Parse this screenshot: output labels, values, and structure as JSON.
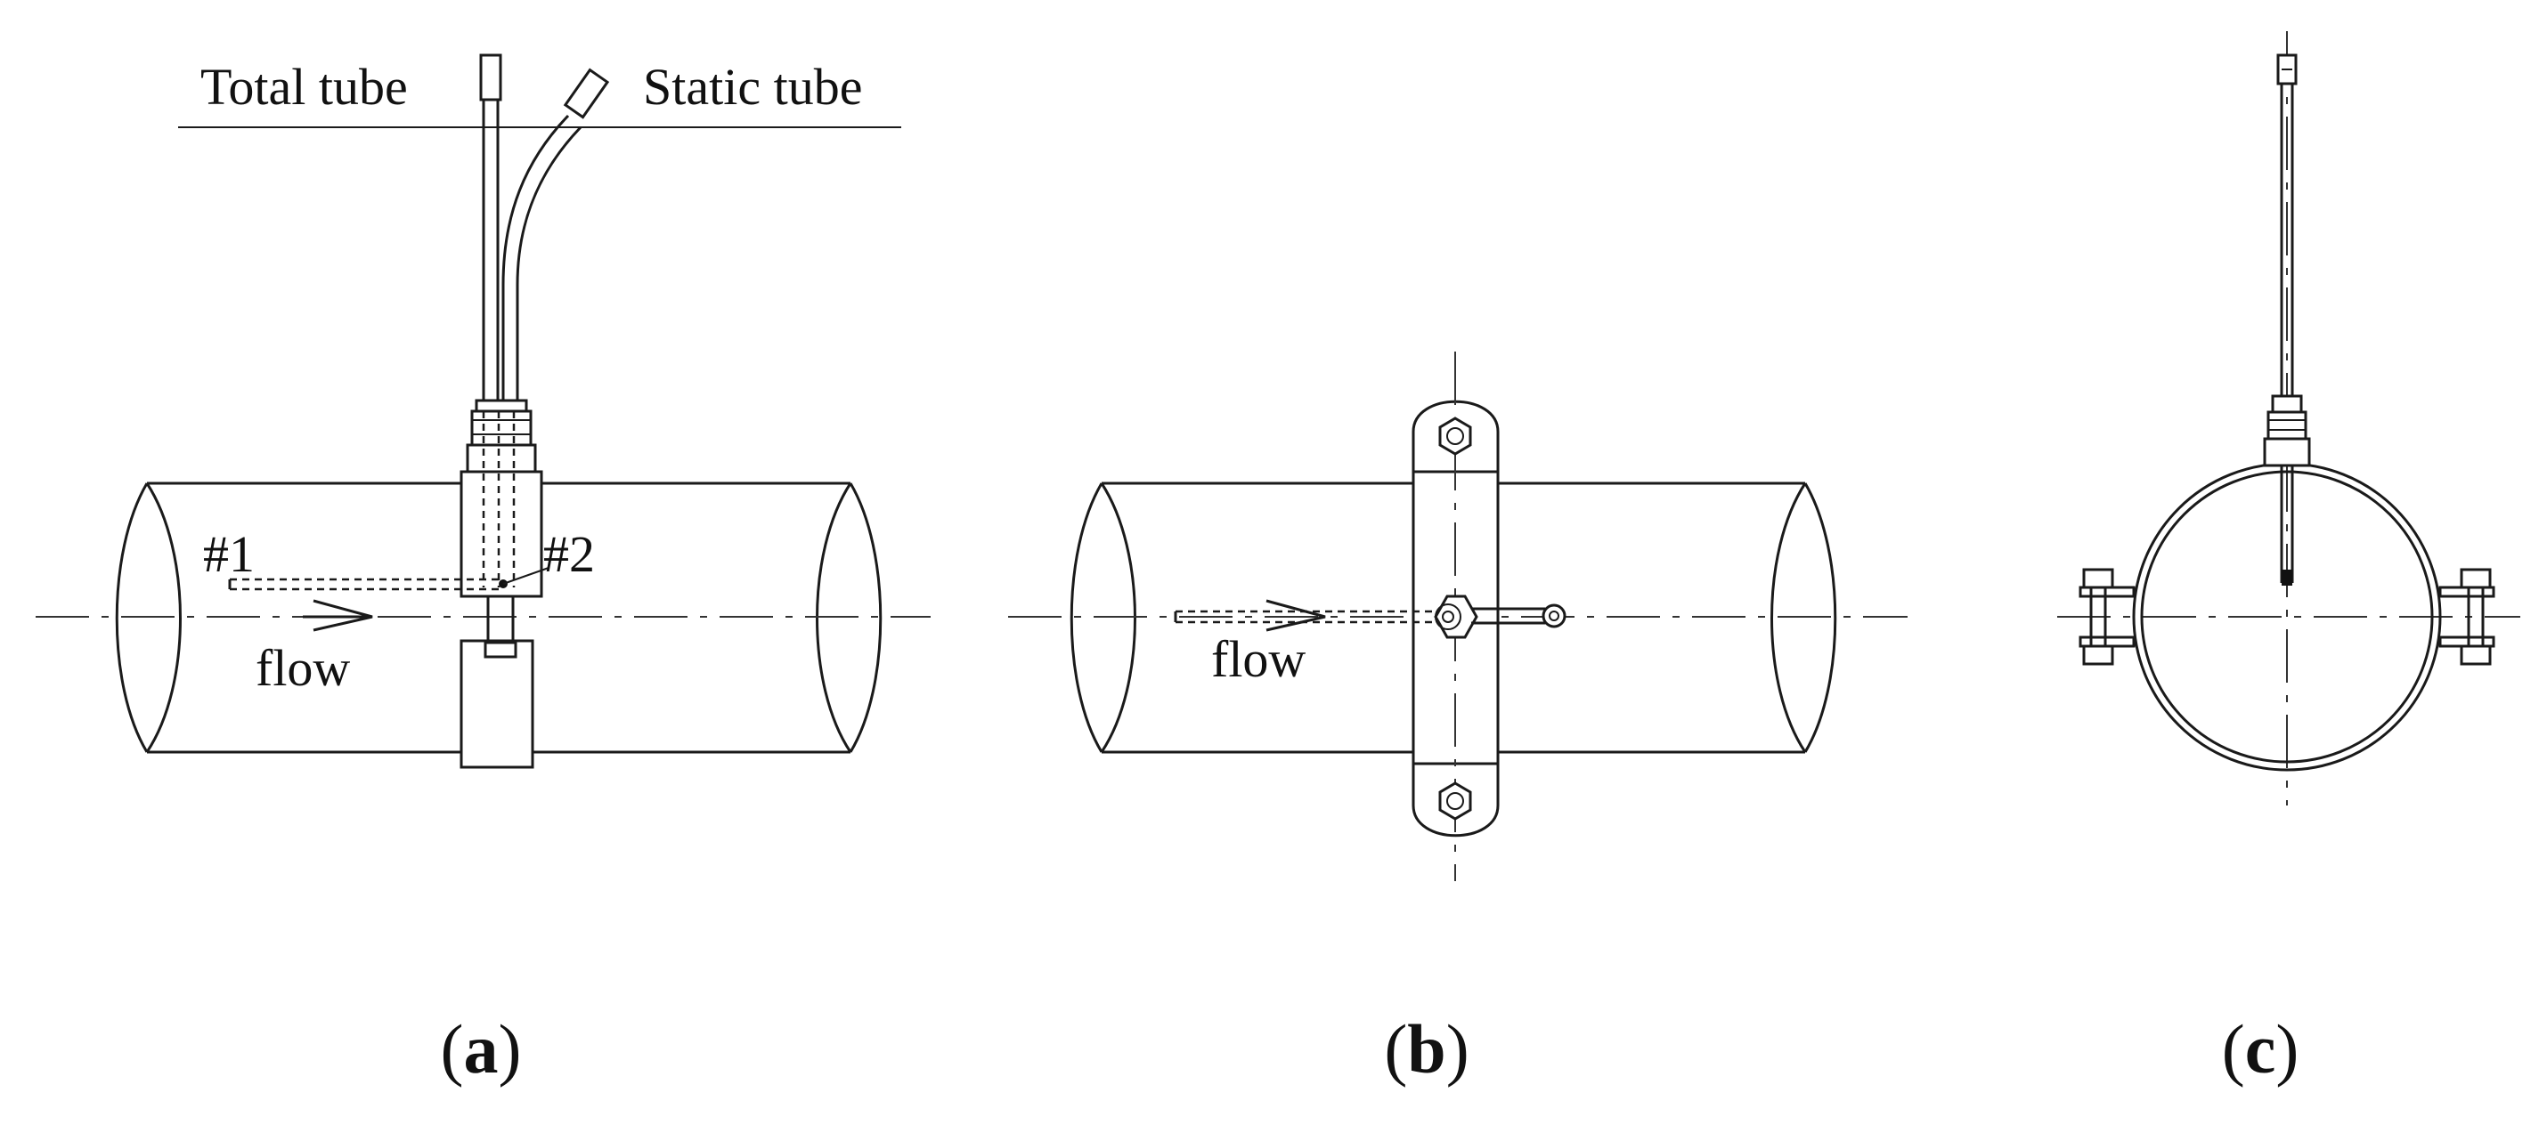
{
  "panel_a": {
    "caption_open": "(",
    "caption_letter": "a",
    "caption_close": ")",
    "label_total_tube": "Total tube",
    "label_static_tube": "Static tube",
    "label_point_1": "#1",
    "label_point_2": "#2",
    "label_flow": "flow"
  },
  "panel_b": {
    "caption_open": "(",
    "caption_letter": "b",
    "caption_close": ")",
    "label_flow": "flow"
  },
  "panel_c": {
    "caption_open": "(",
    "caption_letter": "c",
    "caption_close": ")"
  }
}
